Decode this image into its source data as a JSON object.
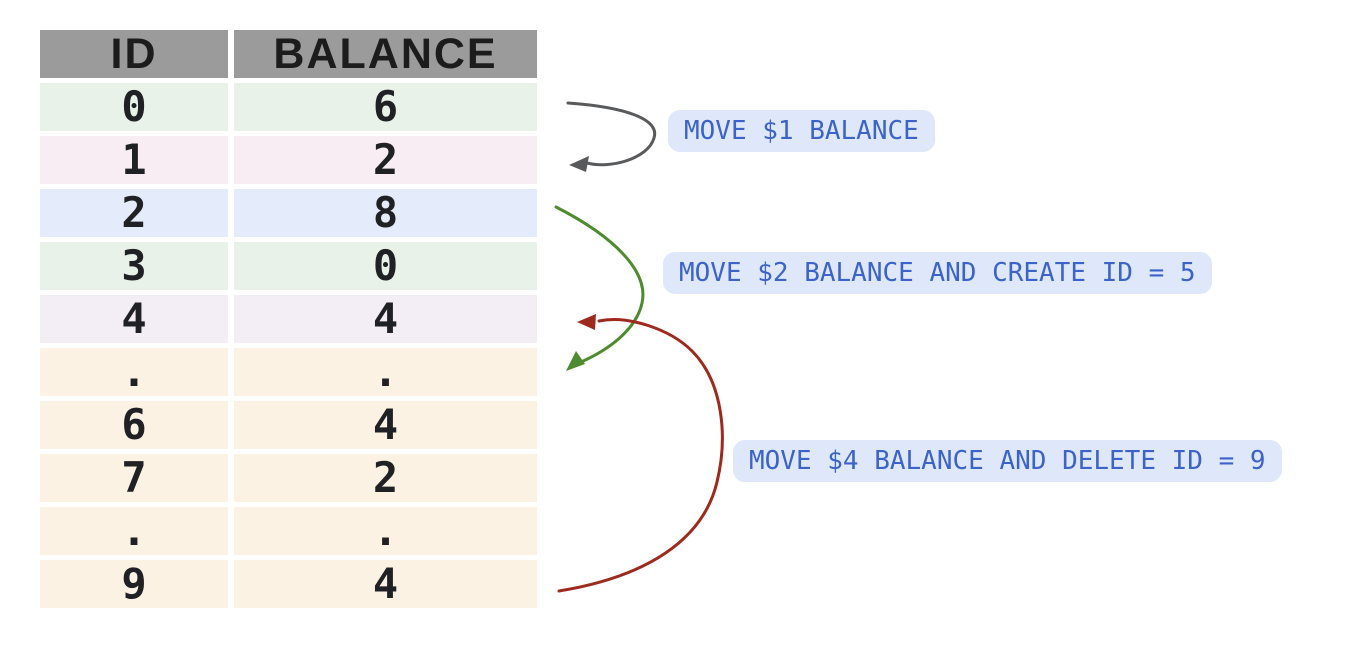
{
  "table": {
    "columns": [
      "ID",
      "BALANCE"
    ],
    "header_bg": "#9b9b9b",
    "header_text_color": "#1c1c1c",
    "rows": [
      {
        "id": "0",
        "balance": "6",
        "bg": "#e9f2e9"
      },
      {
        "id": "1",
        "balance": "2",
        "bg": "#f7edf2"
      },
      {
        "id": "2",
        "balance": "8",
        "bg": "#e4ebfa"
      },
      {
        "id": "3",
        "balance": "0",
        "bg": "#e9f2e9"
      },
      {
        "id": "4",
        "balance": "4",
        "bg": "#f3edf5"
      },
      {
        "id": ".",
        "balance": ".",
        "bg": "#fbf2e3"
      },
      {
        "id": "6",
        "balance": "4",
        "bg": "#fbf2e3"
      },
      {
        "id": "7",
        "balance": "2",
        "bg": "#fbf2e3"
      },
      {
        "id": ".",
        "balance": ".",
        "bg": "#fbf2e3"
      },
      {
        "id": "9",
        "balance": "4",
        "bg": "#fbf2e3"
      }
    ]
  },
  "annotations": [
    {
      "label": "MOVE $1 BALANCE",
      "arrow_color": "#595a5c"
    },
    {
      "label": "MOVE $2 BALANCE AND CREATE ID = 5",
      "arrow_color": "#4d8b2e"
    },
    {
      "label": "MOVE $4 BALANCE AND DELETE ID = 9",
      "arrow_color": "#9e2a1e"
    }
  ],
  "annotation_style": {
    "bg": "#dee8fa",
    "text_color": "#3b63c9"
  }
}
